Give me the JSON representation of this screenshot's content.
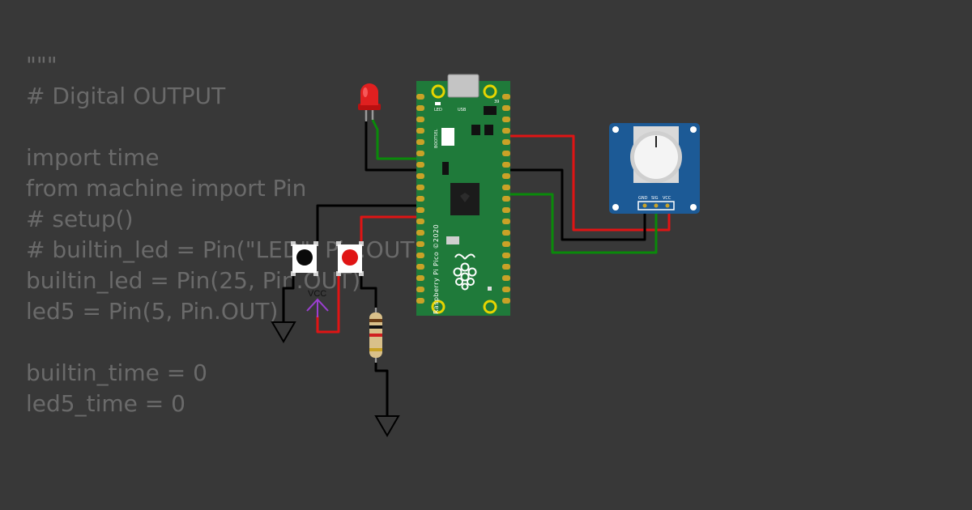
{
  "code": {
    "lines": [
      "\"\"\"",
      "# Digital OUTPUT",
      "",
      "import time",
      "from machine import Pin",
      "# setup()",
      "# builtin_led = Pin(\"LED\", Pin.OUT)",
      "builtin_led = Pin(25, Pin.OUT)",
      "led5 = Pin(5, Pin.OUT)",
      "",
      "builtin_time = 0",
      "led5_time = 0"
    ]
  },
  "pico": {
    "led_label": "LED",
    "usb_label": "USB",
    "pin_number_label": "39",
    "bootsel_label": "BOOTSEL",
    "board_text": "Raspberry Pi Pico ©2020",
    "color": "#1f7a3a"
  },
  "potentiometer": {
    "pin_labels": [
      "GND",
      "SIG",
      "VCC"
    ],
    "color": "#1c5a96"
  },
  "vcc_label": "VCC",
  "colors": {
    "background": "#383838",
    "wire_red": "#e01414",
    "wire_green": "#0a8a0a",
    "wire_black": "#000000",
    "vcc_symbol": "#9b3fd0"
  },
  "icons": [
    "raspberry-pi-logo-icon",
    "ground-symbol-icon",
    "vcc-arrow-icon"
  ]
}
